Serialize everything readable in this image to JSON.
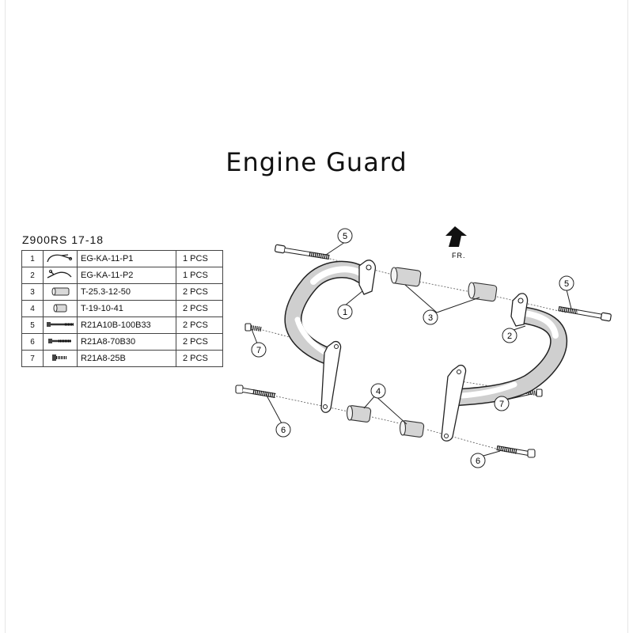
{
  "title": "Engine Guard",
  "model": "Z900RS  17-18",
  "direction_label": "FR.",
  "parts": [
    {
      "num": "1",
      "code": "EG-KA-11-P1",
      "qty": "1 PCS",
      "icon": "left-bracket-icon"
    },
    {
      "num": "2",
      "code": "EG-KA-11-P2",
      "qty": "1 PCS",
      "icon": "right-bracket-icon"
    },
    {
      "num": "3",
      "code": "T-25.3-12-50",
      "qty": "2 PCS",
      "icon": "long-spacer-icon"
    },
    {
      "num": "4",
      "code": "T-19-10-41",
      "qty": "2 PCS",
      "icon": "short-spacer-icon"
    },
    {
      "num": "5",
      "code": "R21A10B-100B33",
      "qty": "2 PCS",
      "icon": "long-bolt-icon"
    },
    {
      "num": "6",
      "code": "R21A8-70B30",
      "qty": "2 PCS",
      "icon": "medium-bolt-icon"
    },
    {
      "num": "7",
      "code": "R21A8-25B",
      "qty": "2 PCS",
      "icon": "short-bolt-icon"
    }
  ],
  "callouts": {
    "c1": "1",
    "c2": "2",
    "c3": "3",
    "c4": "4",
    "c5a": "5",
    "c5b": "5",
    "c6a": "6",
    "c6b": "6",
    "c7a": "7",
    "c7b": "7"
  }
}
